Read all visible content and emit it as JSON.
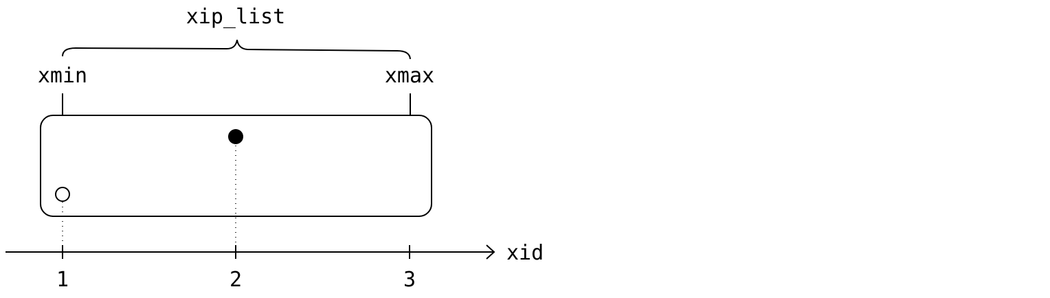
{
  "labels": {
    "xip_list": "xip_list",
    "xmin": "xmin",
    "xmax": "xmax",
    "axis": "xid"
  },
  "ticks": [
    "1",
    "2",
    "3"
  ],
  "points": [
    {
      "xid": "1",
      "style": "hollow"
    },
    {
      "xid": "2",
      "style": "filled"
    }
  ]
}
